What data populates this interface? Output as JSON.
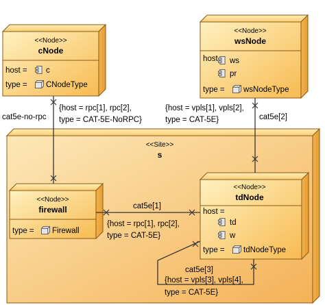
{
  "colors": {
    "node_fill_light": "#ffe9a8",
    "node_fill_dark": "#f6b94e",
    "site_fill_light": "#fde2a8",
    "site_fill_dark": "#f5b55a",
    "border": "#8a5a14",
    "line": "#333333"
  },
  "cNode": {
    "stereotype": "<<Node>>",
    "name": "cNode",
    "host_label": "host =",
    "host_value": "c",
    "type_label": "type =",
    "type_value": "CNodeType"
  },
  "wsNode": {
    "stereotype": "<<Node>>",
    "name": "wsNode",
    "host_label": "host =",
    "host_values": [
      "ws",
      "pr"
    ],
    "type_label": "type =",
    "type_value": "wsNodeType"
  },
  "site": {
    "stereotype": "<<Site>>",
    "name": "s"
  },
  "firewall": {
    "stereotype": "<<Node>>",
    "name": "firewall",
    "type_label": "type =",
    "type_value": "Firewall"
  },
  "tdNode": {
    "stereotype": "<<Node>>",
    "name": "tdNode",
    "host_label": "host =",
    "host_values": [
      "td",
      "w"
    ],
    "type_label": "type =",
    "type_value": "tdNodeType"
  },
  "links": {
    "c_fw": {
      "name": "cat5e-no-rpc",
      "line1": "{host = rpc[1], rpc[2],",
      "line2": "type = CAT-5E-NoRPC}"
    },
    "ws_td": {
      "name": "cat5e[2]",
      "line1": "{host = vpls[1], vpls[2],",
      "line2": "type = CAT-5E}"
    },
    "fw_td": {
      "name": "cat5e[1]",
      "line1": "{host = rpc[1], rpc[2],",
      "line2": "type = CAT-5E}"
    },
    "td_self": {
      "name": "cat5e[3]",
      "line1": "{host = vpls[3], vpls[4],",
      "line2": "type = CAT-5E}"
    }
  },
  "icons": [
    "component-icon",
    "class-icon"
  ]
}
